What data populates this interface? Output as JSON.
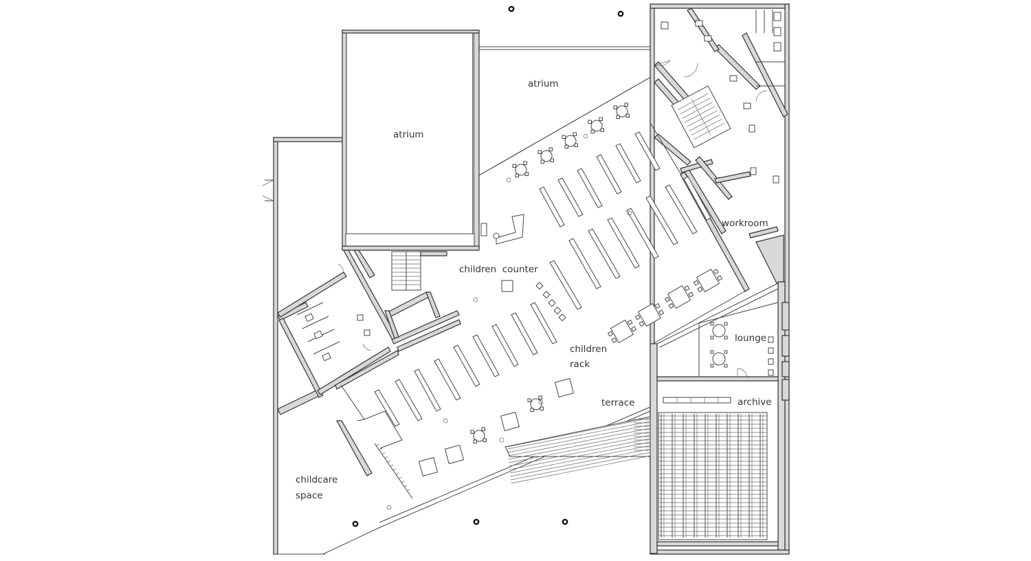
{
  "labels": {
    "atrium_top": "atrium",
    "atrium_left": "atrium",
    "children_counter": "children  counter",
    "children_rack_1": "children",
    "children_rack_2": "rack",
    "workroom": "workroom",
    "lounge": "lounge",
    "terrace": "terrace",
    "archive": "archive",
    "childcare_1": "childcare",
    "childcare_2": "space"
  }
}
